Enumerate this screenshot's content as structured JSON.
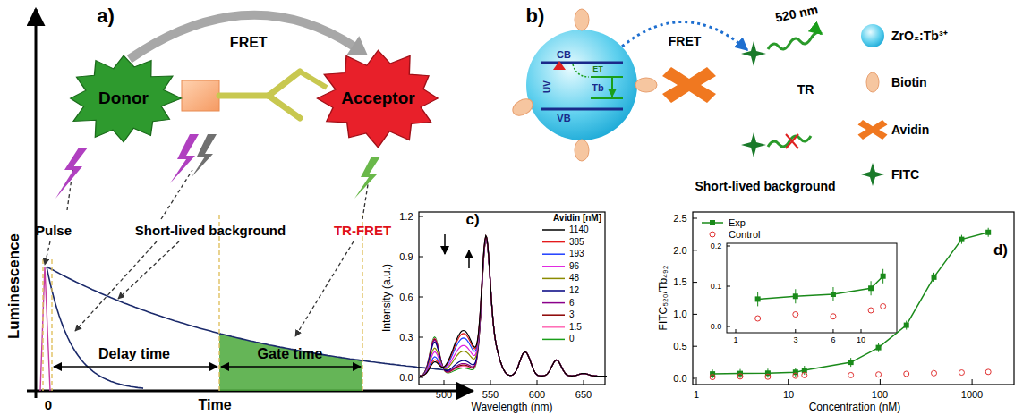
{
  "diagram": {
    "nodes": [
      {
        "text": [
          "Donor"
        ]
      },
      {
        "text": [
          "Acceptor"
        ]
      }
    ],
    "edges": [
      {
        "from": 0,
        "to": 1,
        "arrow": "to",
        "label": "FRET"
      }
    ],
    "labels": [
      "a)",
      "Pulse",
      "Short-lived background",
      "TR-FRET",
      "Luminescence",
      "Delay time",
      "Gate time",
      "0",
      "Time",
      "b)",
      "CB",
      "ET",
      "Tb",
      "UV",
      "VB",
      "FRET",
      "520 nm",
      "TR",
      "Short-lived background",
      "c)",
      "Intensity (a.u.)",
      "1.2",
      "0.9",
      "0.6",
      "0.3",
      "0.0",
      "500",
      "550",
      "600",
      "650",
      "Wavelength (nm)",
      "Avidin [nM]",
      "d)",
      "FITC₅₂₀/Tb₄₉₂",
      "2.5",
      "2.0",
      "1.5",
      "1.0",
      "0.5",
      "0.0",
      "1",
      "10",
      "100",
      "1000",
      "Concentration (nM)",
      "0.2",
      "0.1",
      "0.0",
      "1",
      "3",
      "6",
      "10"
    ],
    "legend": [
      {
        "text": "ZrO₂:Tb³⁺"
      },
      {
        "text": "Biotin"
      },
      {
        "text": "Avidin"
      },
      {
        "text": "FITC"
      },
      {
        "text": "1140"
      },
      {
        "text": "385"
      },
      {
        "text": "193"
      },
      {
        "text": "96"
      },
      {
        "text": "48"
      },
      {
        "text": "12"
      },
      {
        "text": "6"
      },
      {
        "text": "3"
      },
      {
        "text": "1.5"
      },
      {
        "text": "0"
      },
      {
        "text": "Exp"
      },
      {
        "text": "Control"
      }
    ]
  }
}
